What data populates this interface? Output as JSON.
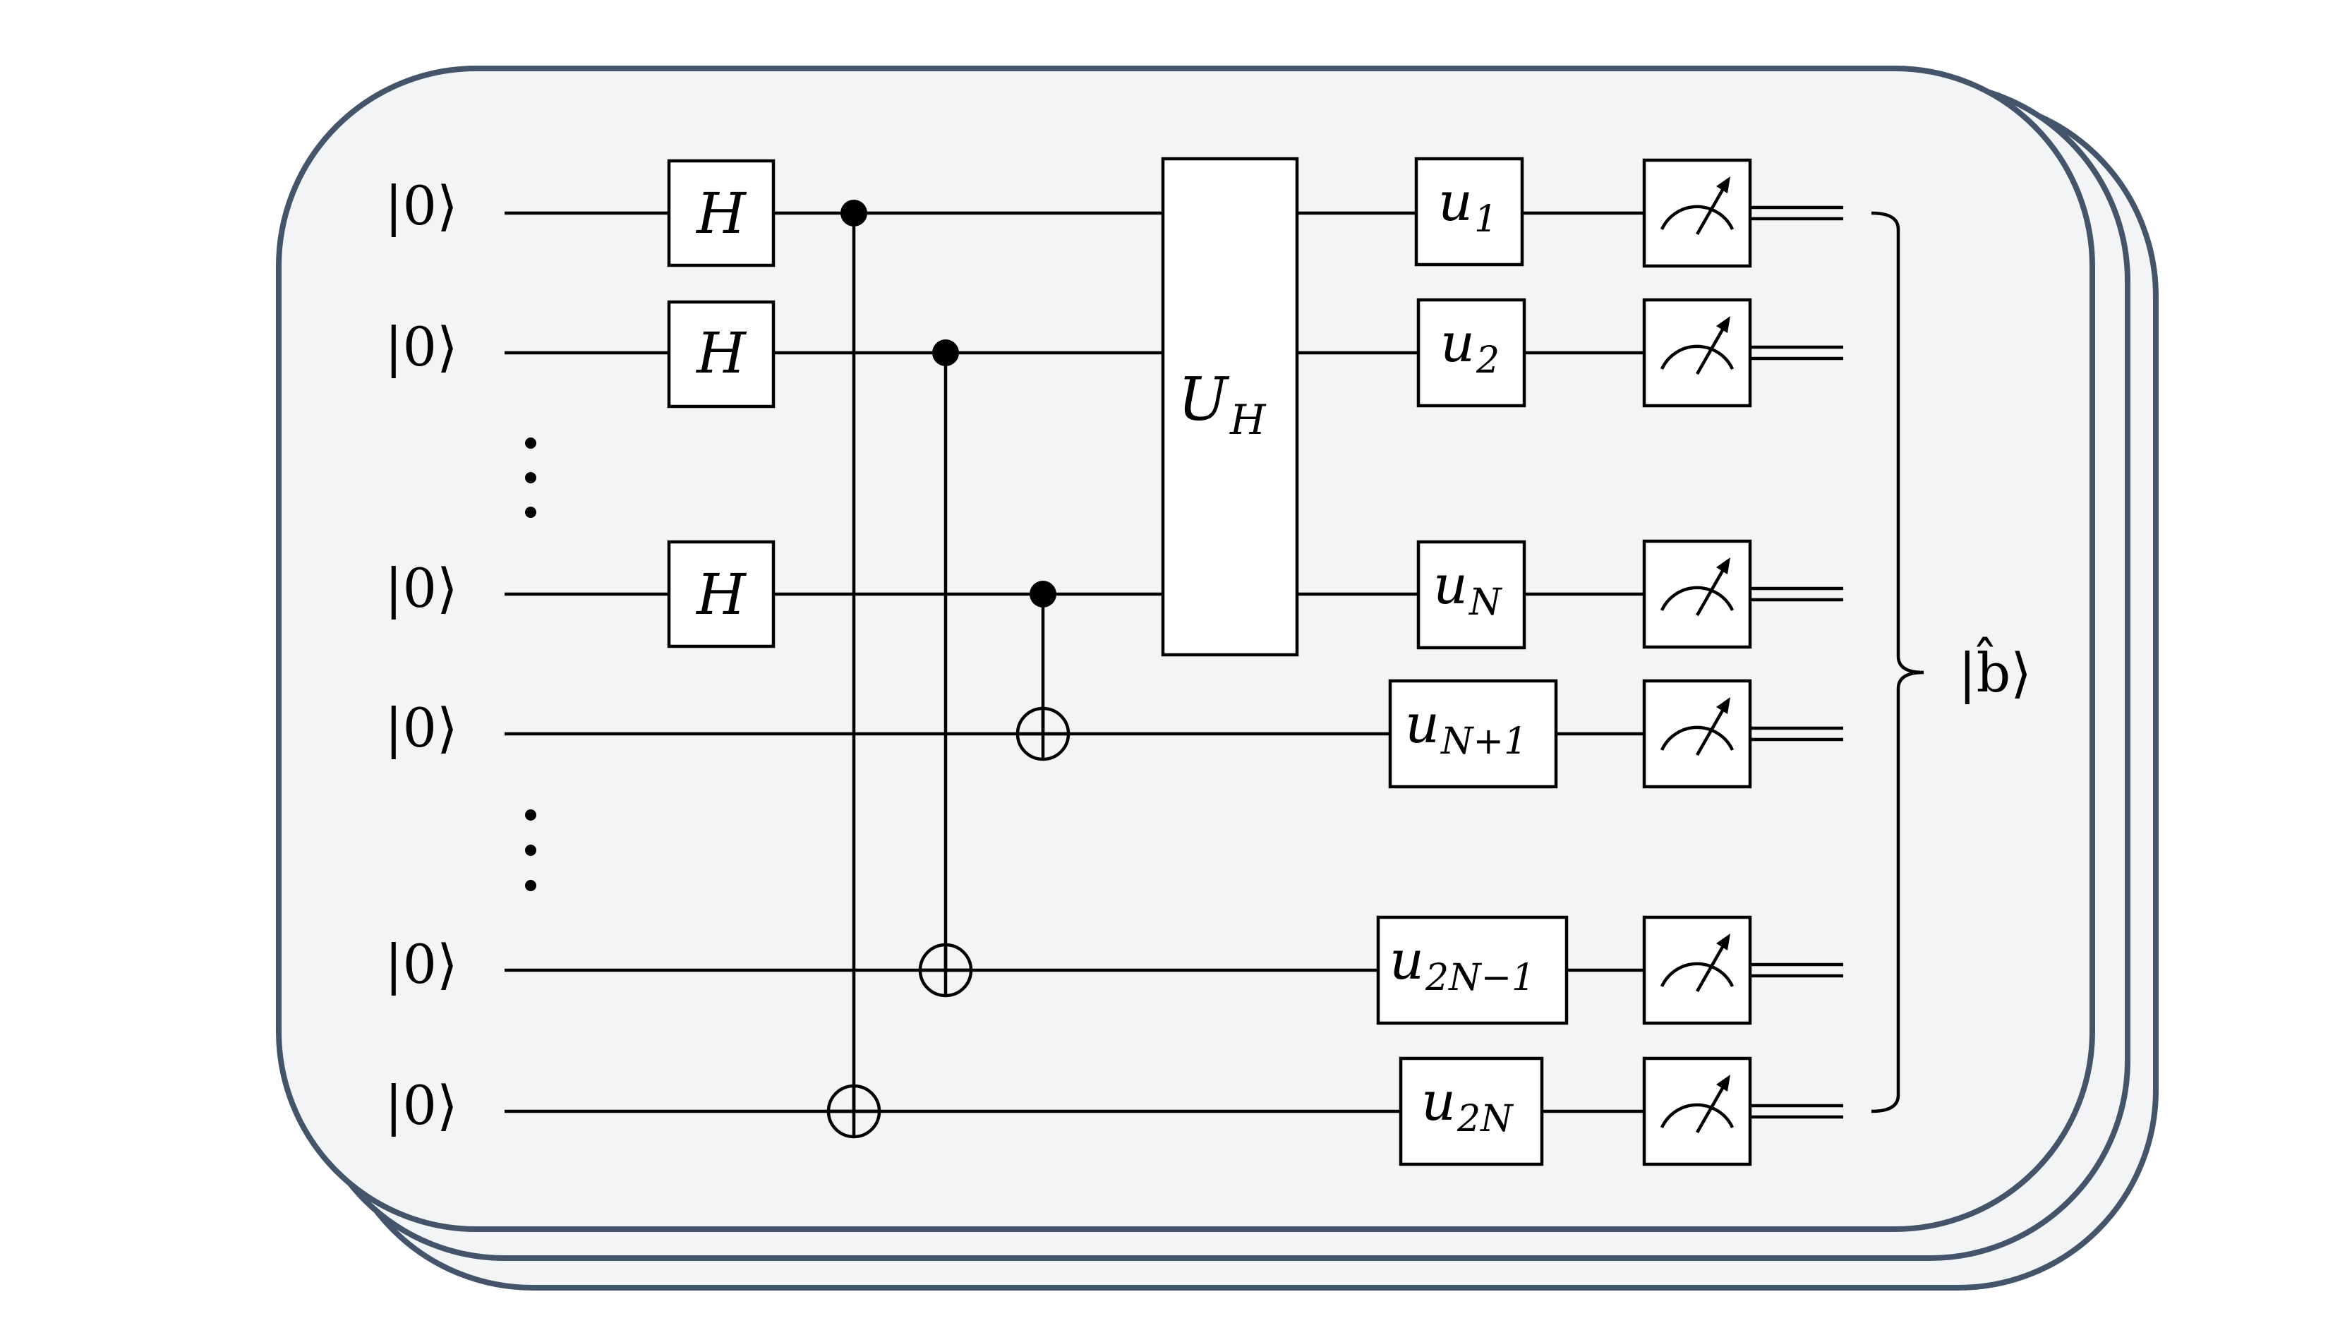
{
  "inputs": [
    "|0⟩",
    "|0⟩",
    "|0⟩",
    "|0⟩",
    "|0⟩",
    "|0⟩"
  ],
  "hadamard_label": "H",
  "unitary": {
    "main": "U",
    "sub": "H"
  },
  "single_qubit_gates": [
    {
      "main": "u",
      "sub": "1"
    },
    {
      "main": "u",
      "sub": "2"
    },
    {
      "main": "u",
      "sub": "N"
    },
    {
      "main": "u",
      "sub": "N+1"
    },
    {
      "main": "u",
      "sub": "2N−1"
    },
    {
      "main": "u",
      "sub": "2N"
    }
  ],
  "output_state": "|b̂⟩",
  "colors": {
    "card_fill": "#f3f4f6",
    "card_stroke": "#44546a"
  }
}
